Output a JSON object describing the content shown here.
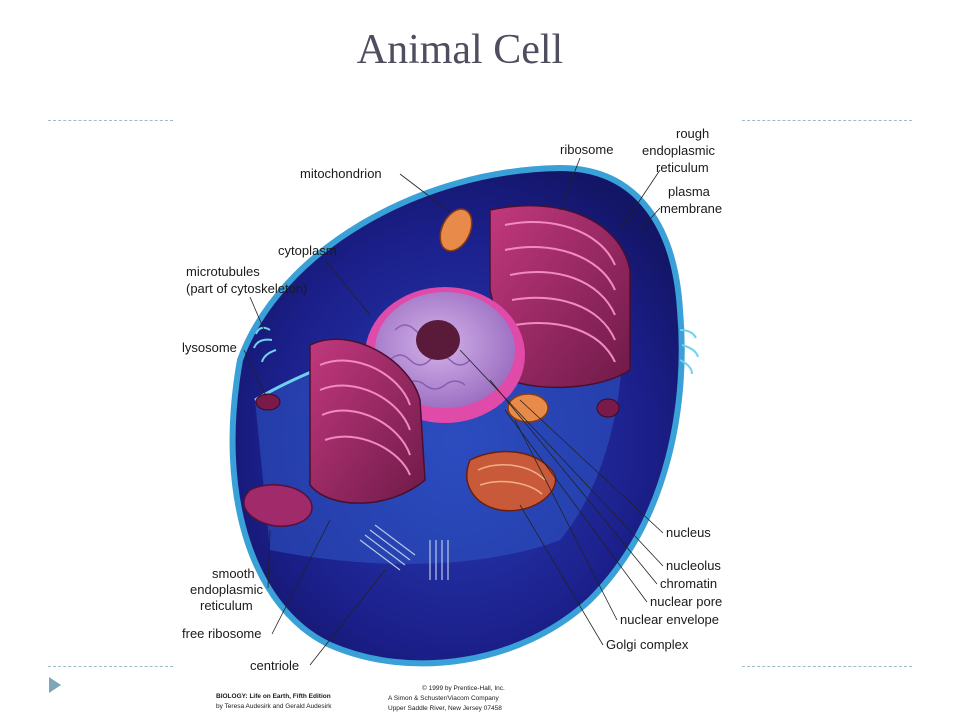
{
  "slide": {
    "title": "Animal Cell",
    "bullet_icon": "triangle-right-icon",
    "accent_color": "#9dbcca",
    "bullet_color": "#7fa6b8"
  },
  "diagram": {
    "labels_left": {
      "mitochondrion": "mitochondrion",
      "cytoplasm": "cytoplasm",
      "microtubules_line1": "microtubules",
      "microtubules_line2": "(part of cytoskeleton)",
      "lysosome": "lysosome",
      "smooth_er_line1": "smooth",
      "smooth_er_line2": "endoplasmic",
      "smooth_er_line3": "reticulum",
      "free_ribosome": "free ribosome",
      "centriole": "centriole"
    },
    "labels_right": {
      "ribosome": "ribosome",
      "rough_er_line1": "rough",
      "rough_er_line2": "endoplasmic",
      "rough_er_line3": "reticulum",
      "plasma_membrane_line1": "plasma",
      "plasma_membrane_line2": "membrane",
      "nucleus": "nucleus",
      "nucleolus": "nucleolus",
      "chromatin": "chromatin",
      "nuclear_pore": "nuclear pore",
      "nuclear_envelope": "nuclear envelope",
      "golgi_complex": "Golgi complex"
    },
    "credits": {
      "book_line1": "BIOLOGY: Life on Earth, Fifth Edition",
      "book_line2": "by Teresa Audesirk and Gerald Audesirk",
      "publisher_line1": "© 1999 by Prentice-Hall, Inc.",
      "publisher_line2": "A Simon & Schuster/Viacom Company",
      "publisher_line3": "Upper Saddle River, New Jersey 07458"
    },
    "colors": {
      "cytoplasm_dark": "#1b1f8a",
      "membrane_blue": "#3aa0d8",
      "organelle_magenta": "#9a2a66",
      "nucleus_purple": "#b48ad0",
      "nucleolus": "#5a1a3a",
      "mitochondrion_orange": "#e88a4a"
    }
  }
}
